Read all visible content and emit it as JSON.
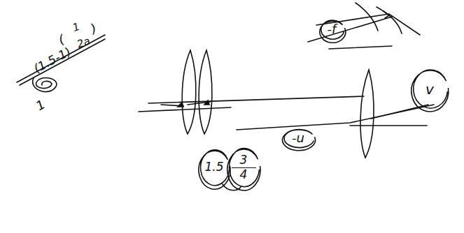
{
  "diagram": {
    "nodes": [
      {
        "text": [
          "-f"
        ]
      },
      {
        "text": [
          "v"
        ]
      },
      {
        "text": [
          "-u"
        ]
      },
      {
        "text": [
          "1.5"
        ]
      },
      {
        "text": [
          "3",
          "4"
        ]
      }
    ],
    "labels": [
      "(1.5-1)",
      "(",
      "1",
      "2a",
      ")",
      "1"
    ]
  }
}
